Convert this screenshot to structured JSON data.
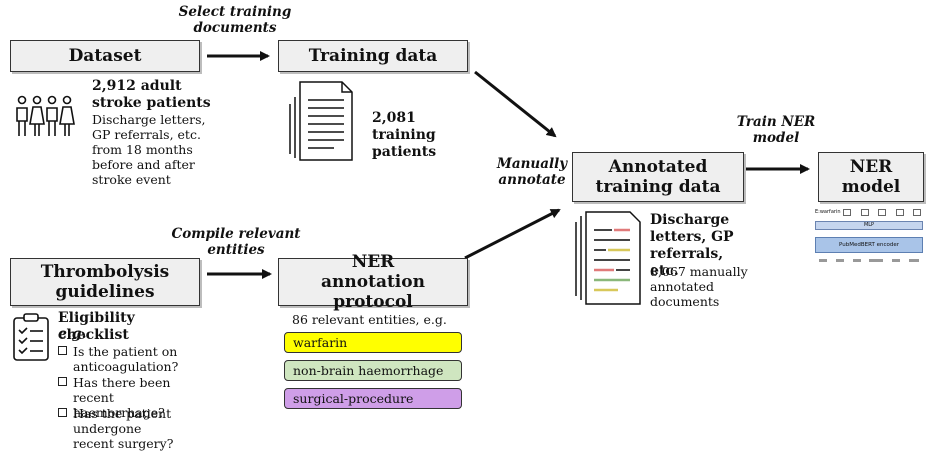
{
  "boxes": {
    "dataset": "Dataset",
    "training": "Training data",
    "annotated": "Annotated training data",
    "ner_model": "NER model",
    "thrombolysis": "Thrombolysis guidelines",
    "protocol": "NER annotation protocol"
  },
  "labels": {
    "select": "Select training documents",
    "manual": "Manually annotate",
    "train": "Train NER model",
    "compile": "Compile relevant entities"
  },
  "dataset_info": {
    "bold": "2,912 adult stroke patients",
    "detail": "Discharge letters, GP referrals, etc. from 18 months before and after stroke event"
  },
  "training_info": "2,081 training patients",
  "annotated_info": {
    "bold": "Discharge letters, GP referrals, etc.",
    "detail": "8,067 manually annotated documents"
  },
  "protocol_info": {
    "intro": "86 relevant entities, e.g.",
    "entities": [
      {
        "name": "warfarin",
        "color": "#ffff00"
      },
      {
        "name": "non-brain haemorrhage",
        "color": "#cfe6c0"
      },
      {
        "name": "surgical-procedure",
        "color": "#cf9ee8"
      }
    ]
  },
  "checklist": {
    "title": "Eligibility checklist",
    "eg": "e.g.",
    "items": [
      "Is the patient on anticoagulation?",
      "Has there been recent haemorrhage?",
      "Has the patient undergone recent surgery?"
    ]
  },
  "model_thumb": {
    "top_label": "E:warfarin",
    "mlp": "MLP",
    "encoder": "PubMedBERT encoder"
  }
}
